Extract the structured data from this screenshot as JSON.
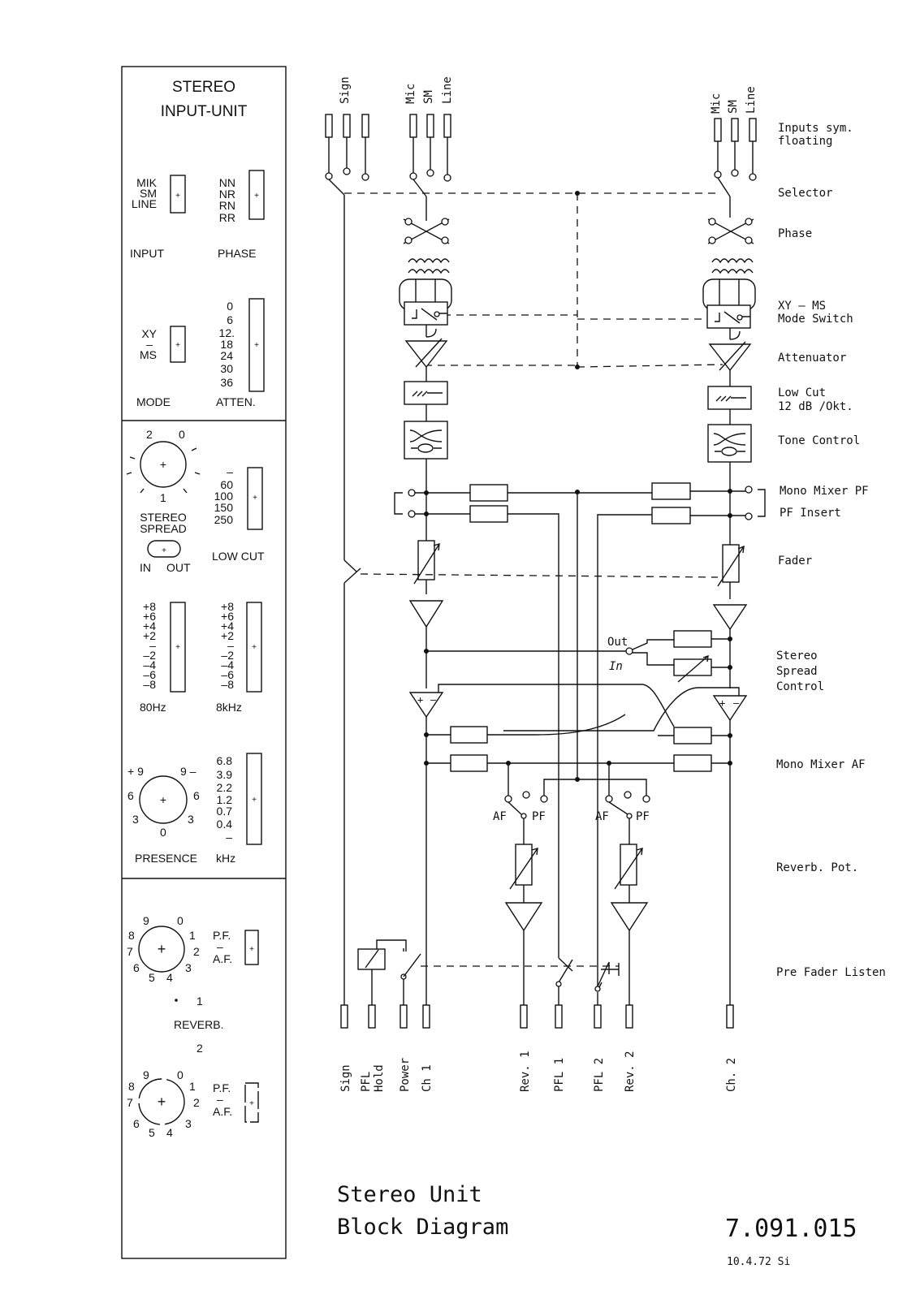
{
  "panel": {
    "title_line1": "STEREO",
    "title_line2": "INPUT-UNIT",
    "input_options": [
      "MIK",
      "SM",
      "LINE"
    ],
    "input_label": "INPUT",
    "phase_options": [
      "NN",
      "NR",
      "RN",
      "RR"
    ],
    "phase_label": "PHASE",
    "mode_options": [
      "XY",
      "–",
      "MS"
    ],
    "mode_label": "MODE",
    "atten_scale": [
      "0",
      "6",
      "12.",
      "18",
      "24",
      "30",
      "36"
    ],
    "atten_label": "ATTEN.",
    "spread_scale": [
      "2",
      "0",
      "1"
    ],
    "spread_label_line1": "STEREO",
    "spread_label_line2": "SPREAD",
    "in_label": "IN",
    "out_label": "OUT",
    "lowcut_scale": [
      "–",
      "60",
      "100",
      "150",
      "250"
    ],
    "lowcut_label": "LOW CUT",
    "eq_scale": [
      "+8",
      "+6",
      "+4",
      "+2",
      "–",
      "–2",
      "–4",
      "–6",
      "–8"
    ],
    "eq_low_label": "80Hz",
    "eq_high_label": "8kHz",
    "presence_scale": [
      "+ 9",
      "9 –",
      "6",
      "6",
      "3",
      "3",
      "0"
    ],
    "presence_label": "PRESENCE",
    "presence_freqs": [
      "6.8",
      "3.9",
      "2.2",
      "1.2",
      "0.7",
      "0.4",
      "–"
    ],
    "presence_freq_label": "kHz",
    "reverb_scale": [
      "9",
      "0",
      "8",
      "1",
      "7",
      "2",
      "6",
      "3",
      "5",
      "4"
    ],
    "pf_label": "P.F.",
    "af_label": "A.F.",
    "reverb_marker_1": "1",
    "reverb_label": "REVERB.",
    "reverb_marker_2": "2"
  },
  "diagram": {
    "top_inputs_left": [
      "Sign",
      "Mic",
      "SM",
      "Line"
    ],
    "top_inputs_right": [
      "Mic",
      "SM",
      "Line"
    ],
    "stage_labels": {
      "inputs": "Inputs sym.",
      "inputs_2": "floating",
      "selector": "Selector",
      "phase": "Phase",
      "xyms": "XY – MS",
      "mode_switch": "Mode Switch",
      "attenuator": "Attenuator",
      "low_cut": "Low Cut",
      "low_cut_2": "12 dB /Okt.",
      "tone_control": "Tone Control",
      "mono_mixer_pf": "Mono Mixer PF",
      "pf_insert": "PF Insert",
      "fader": "Fader",
      "stereo_spread": "Stereo",
      "stereo_spread_2": "Spread",
      "stereo_spread_3": "Control",
      "mono_mixer_af": "Mono Mixer AF",
      "reverb_pot": "Reverb. Pot.",
      "pre_fader_listen": "Pre Fader Listen"
    },
    "switch_labels": {
      "out": "Out",
      "in": "In",
      "af": "AF",
      "pf": "PF"
    },
    "outputs": [
      "Sign",
      "PFL",
      "Hold",
      "Power",
      "Ch 1",
      "Rev. 1",
      "PFL 1",
      "PFL 2",
      "Rev. 2",
      "Ch. 2"
    ],
    "title_line1": "Stereo  Unit",
    "title_line2": "Block Diagram",
    "drawing_number": "7.091.015",
    "date": "10.4.72  Si"
  }
}
